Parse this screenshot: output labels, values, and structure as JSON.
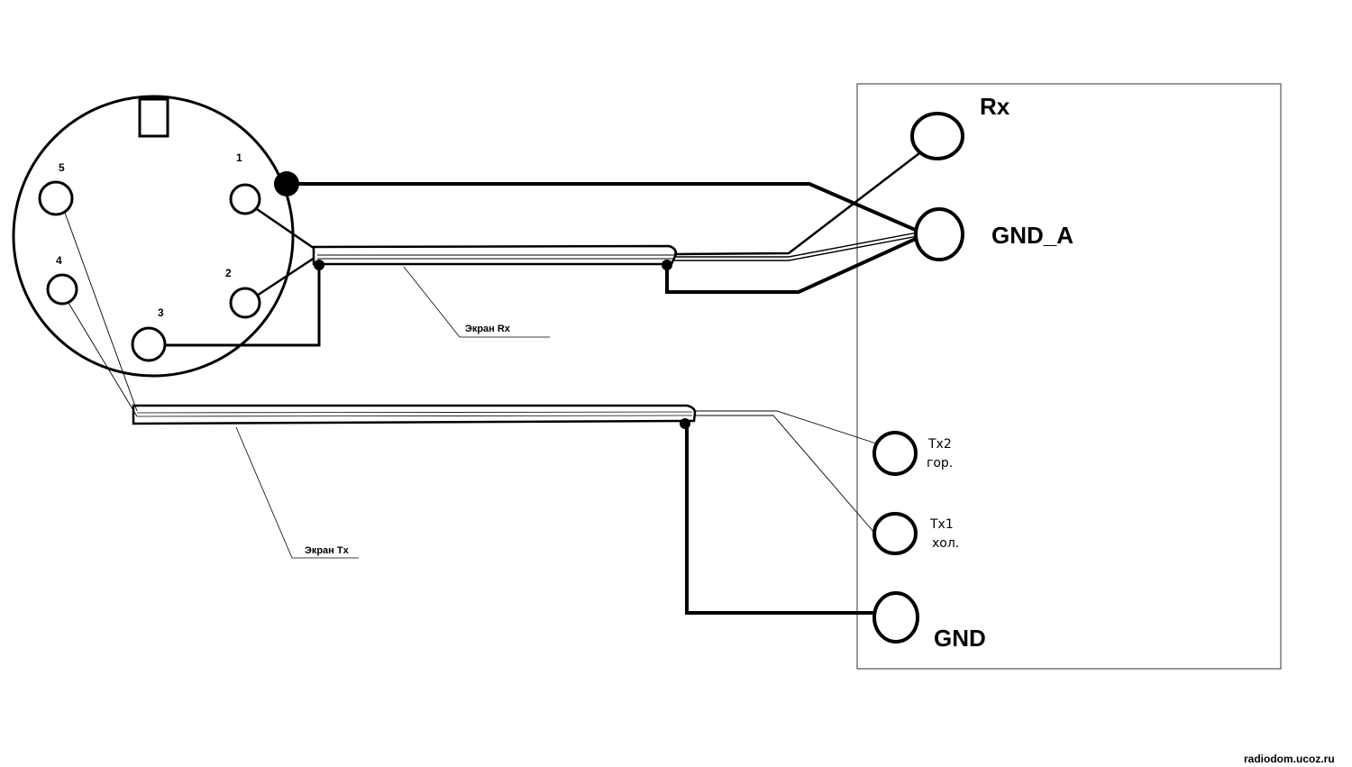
{
  "din_connector": {
    "pins": {
      "p1": "1",
      "p2": "2",
      "p3": "3",
      "p4": "4",
      "p5": "5"
    }
  },
  "shields": {
    "rx_label": "Экран Rx",
    "tx_label": "Экран Tx"
  },
  "device": {
    "terminals": {
      "rx": "Rx",
      "gnd_a": "GND_A",
      "tx2_line1": "Tx2",
      "tx2_line2": "гор.",
      "tx1_line1": "Tx1",
      "tx1_line2": "хол.",
      "gnd": "GND"
    }
  },
  "watermark": "radiodom.ucoz.ru"
}
